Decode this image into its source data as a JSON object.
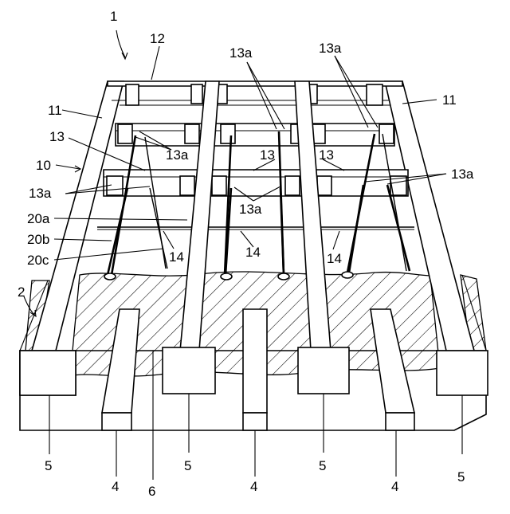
{
  "figure": {
    "labels": {
      "ref_1": "1",
      "ref_12": "12",
      "ref_13a_top_mid": "13a",
      "ref_13a_top_right": "13a",
      "ref_11_left": "11",
      "ref_11_right": "11",
      "ref_13_left": "13",
      "ref_13a_mid_left": "13a",
      "ref_10": "10",
      "ref_13_center": "13",
      "ref_13_right": "13",
      "ref_13a_left": "13a",
      "ref_13a_right": "13a",
      "ref_13a_center": "13a",
      "ref_20a": "20a",
      "ref_20b": "20b",
      "ref_20c": "20c",
      "ref_14_left": "14",
      "ref_14_center": "14",
      "ref_14_right": "14",
      "ref_2": "2",
      "ref_5_a": "5",
      "ref_4_a": "4",
      "ref_5_b": "5",
      "ref_6": "6",
      "ref_4_b": "4",
      "ref_5_c": "5",
      "ref_4_c": "4",
      "ref_5_d": "5"
    }
  }
}
